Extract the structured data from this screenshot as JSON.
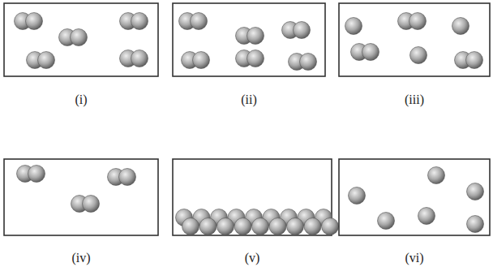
{
  "diagram": {
    "labels": [
      "(i)",
      "(ii)",
      "(iii)",
      "(iv)",
      "(v)",
      "(vi)"
    ]
  }
}
